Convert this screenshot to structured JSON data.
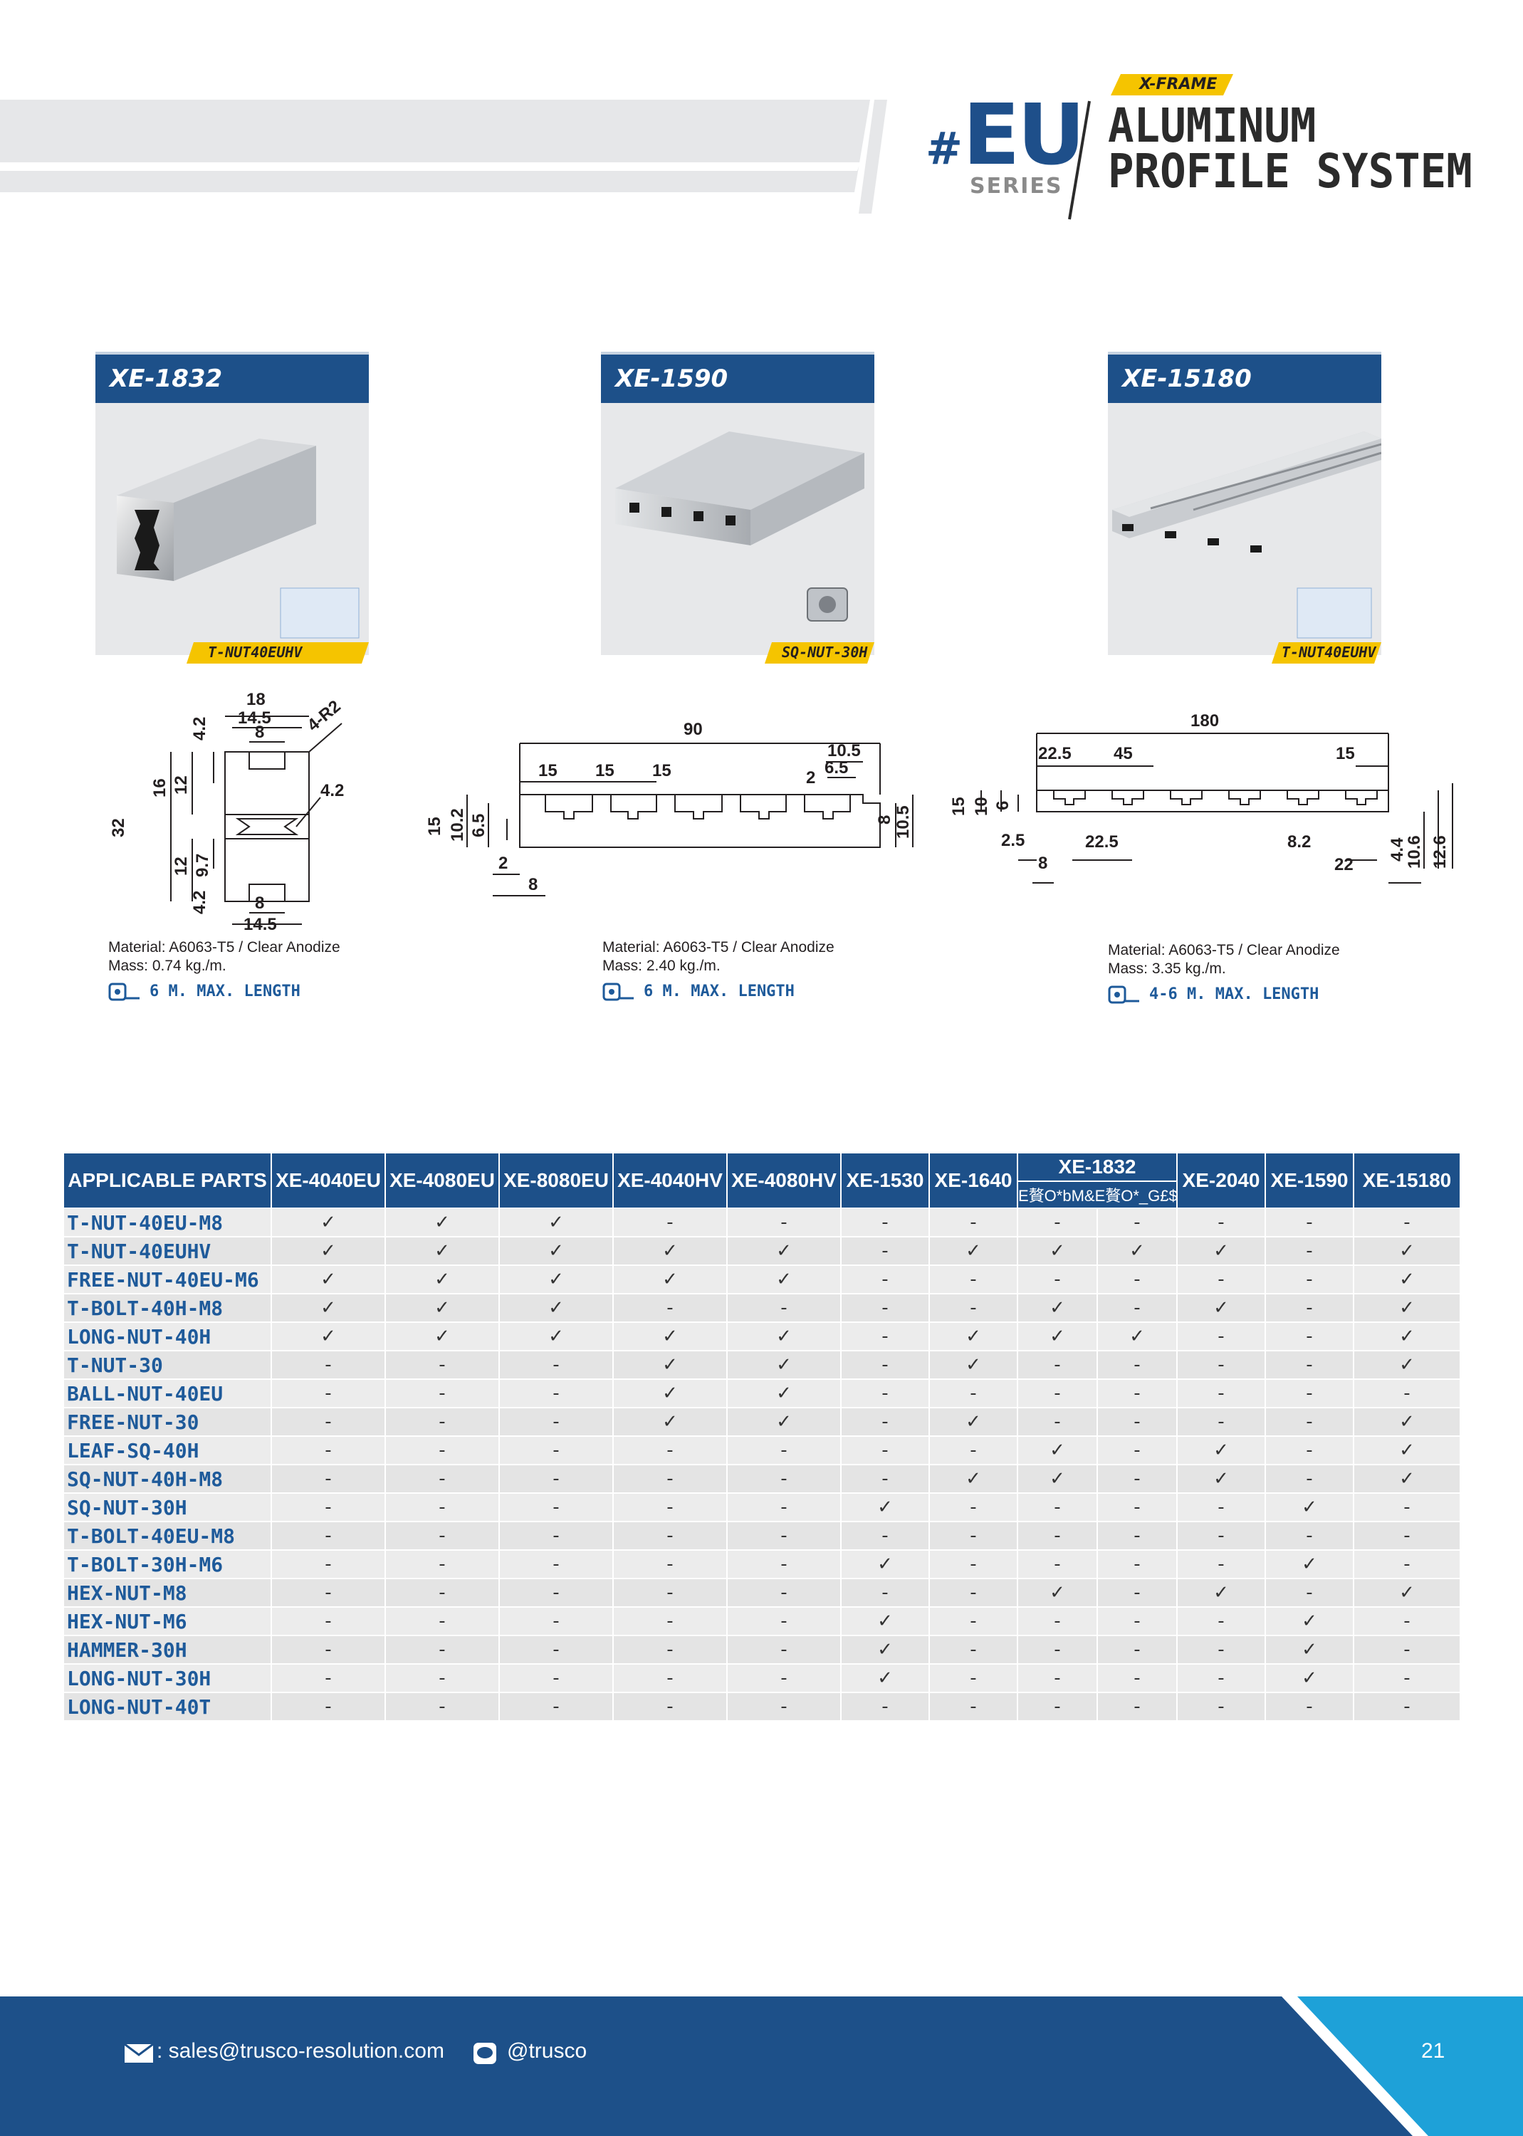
{
  "header": {
    "hash": "#",
    "series_code": "EU",
    "series_word": "SERIES",
    "xframe_label": "X-FRAME",
    "title_line1": "ALUMINUM",
    "title_line2": "PROFILE SYSTEM",
    "colors": {
      "brand_blue": "#1d5089",
      "accent_yellow": "#f5c400",
      "band_gray": "#e6e7e9"
    }
  },
  "products": [
    {
      "name": "XE-1832",
      "tag": "T-NUT40EUHV",
      "material": "Material: A6063-T5 / Clear Anodize",
      "mass": "Mass: 0.74 kg./m.",
      "max_length": "6 M. MAX. LENGTH",
      "dims": [
        "18",
        "14.5",
        "8",
        "4.2",
        "4-R2",
        "16",
        "12",
        "32",
        "4.2",
        "12",
        "9.7",
        "8",
        "4.2",
        "14.5"
      ]
    },
    {
      "name": "XE-1590",
      "tag": "SQ-NUT-30H",
      "material": "Material: A6063-T5 / Clear Anodize",
      "mass": "Mass: 2.40 kg./m.",
      "max_length": "6 M. MAX. LENGTH",
      "dims": [
        "90",
        "10.5",
        "15",
        "15",
        "15",
        "2",
        "6.5",
        "15",
        "10.2",
        "6.5",
        "8",
        "10.5",
        "2",
        "8"
      ]
    },
    {
      "name": "XE-15180",
      "tag": "T-NUT40EUHV",
      "material": "Material: A6063-T5 / Clear Anodize",
      "mass": "Mass: 3.35 kg./m.",
      "max_length": "4-6 M. MAX. LENGTH",
      "dims": [
        "180",
        "22.5",
        "45",
        "15",
        "15",
        "10",
        "6",
        "2.5",
        "8",
        "22.5",
        "8.2",
        "22",
        "4.4",
        "10.6",
        "12.6"
      ]
    }
  ],
  "table": {
    "header_first": "APPLICABLE PARTS",
    "columns": [
      "XE-4040EU",
      "XE-4080EU",
      "XE-8080EU",
      "XE-4040HV",
      "XE-4080HV",
      "XE-1530",
      "XE-1640",
      "XE-1832",
      "XE-2040",
      "XE-1590",
      "XE-15180"
    ],
    "xe1832_sub": "E贅O*bM&E贅O*_G£$",
    "check": "✓",
    "dash": "-",
    "rows": [
      {
        "part": "T-NUT-40EU-M8",
        "cells": [
          "✓",
          "✓",
          "✓",
          "-",
          "-",
          "-",
          "-",
          "-",
          "-",
          "-",
          "-",
          "-"
        ]
      },
      {
        "part": "T-NUT-40EUHV",
        "cells": [
          "✓",
          "✓",
          "✓",
          "✓",
          "✓",
          "-",
          "✓",
          "✓",
          "✓",
          "✓",
          "-",
          "✓"
        ]
      },
      {
        "part": "FREE-NUT-40EU-M6",
        "cells": [
          "✓",
          "✓",
          "✓",
          "✓",
          "✓",
          "-",
          "-",
          "-",
          "-",
          "-",
          "-",
          "✓"
        ]
      },
      {
        "part": "T-BOLT-40H-M8",
        "cells": [
          "✓",
          "✓",
          "✓",
          "-",
          "-",
          "-",
          "-",
          "✓",
          "-",
          "✓",
          "-",
          "✓"
        ]
      },
      {
        "part": "LONG-NUT-40H",
        "cells": [
          "✓",
          "✓",
          "✓",
          "✓",
          "✓",
          "-",
          "✓",
          "✓",
          "✓",
          "-",
          "-",
          "✓"
        ]
      },
      {
        "part": "T-NUT-30",
        "cells": [
          "-",
          "-",
          "-",
          "✓",
          "✓",
          "-",
          "✓",
          "-",
          "-",
          "-",
          "-",
          "✓"
        ]
      },
      {
        "part": "BALL-NUT-40EU",
        "cells": [
          "-",
          "-",
          "-",
          "✓",
          "✓",
          "-",
          "-",
          "-",
          "-",
          "-",
          "-",
          "-"
        ]
      },
      {
        "part": "FREE-NUT-30",
        "cells": [
          "-",
          "-",
          "-",
          "✓",
          "✓",
          "-",
          "✓",
          "-",
          "-",
          "-",
          "-",
          "✓"
        ]
      },
      {
        "part": "LEAF-SQ-40H",
        "cells": [
          "-",
          "-",
          "-",
          "-",
          "-",
          "-",
          "-",
          "✓",
          "-",
          "✓",
          "-",
          "✓"
        ]
      },
      {
        "part": "SQ-NUT-40H-M8",
        "cells": [
          "-",
          "-",
          "-",
          "-",
          "-",
          "-",
          "✓",
          "✓",
          "-",
          "✓",
          "-",
          "✓"
        ]
      },
      {
        "part": "SQ-NUT-30H",
        "cells": [
          "-",
          "-",
          "-",
          "-",
          "-",
          "✓",
          "-",
          "-",
          "-",
          "-",
          "✓",
          "-"
        ]
      },
      {
        "part": "T-BOLT-40EU-M8",
        "cells": [
          "-",
          "-",
          "-",
          "-",
          "-",
          "-",
          "-",
          "-",
          "-",
          "-",
          "-",
          "-"
        ]
      },
      {
        "part": "T-BOLT-30H-M6",
        "cells": [
          "-",
          "-",
          "-",
          "-",
          "-",
          "✓",
          "-",
          "-",
          "-",
          "-",
          "✓",
          "-"
        ]
      },
      {
        "part": "HEX-NUT-M8",
        "cells": [
          "-",
          "-",
          "-",
          "-",
          "-",
          "-",
          "-",
          "✓",
          "-",
          "✓",
          "-",
          "✓"
        ]
      },
      {
        "part": "HEX-NUT-M6",
        "cells": [
          "-",
          "-",
          "-",
          "-",
          "-",
          "✓",
          "-",
          "-",
          "-",
          "-",
          "✓",
          "-"
        ]
      },
      {
        "part": "HAMMER-30H",
        "cells": [
          "-",
          "-",
          "-",
          "-",
          "-",
          "✓",
          "-",
          "-",
          "-",
          "-",
          "✓",
          "-"
        ]
      },
      {
        "part": "LONG-NUT-30H",
        "cells": [
          "-",
          "-",
          "-",
          "-",
          "-",
          "✓",
          "-",
          "-",
          "-",
          "-",
          "✓",
          "-"
        ]
      },
      {
        "part": "LONG-NUT-40T",
        "cells": [
          "-",
          "-",
          "-",
          "-",
          "-",
          "-",
          "-",
          "-",
          "-",
          "-",
          "-",
          "-"
        ]
      }
    ]
  },
  "footer": {
    "email": ": sales@trusco-resolution.com",
    "line_id": "@trusco",
    "page_number": "21",
    "colors": {
      "band": "#1d5089",
      "accent": "#1ea1d8"
    }
  }
}
